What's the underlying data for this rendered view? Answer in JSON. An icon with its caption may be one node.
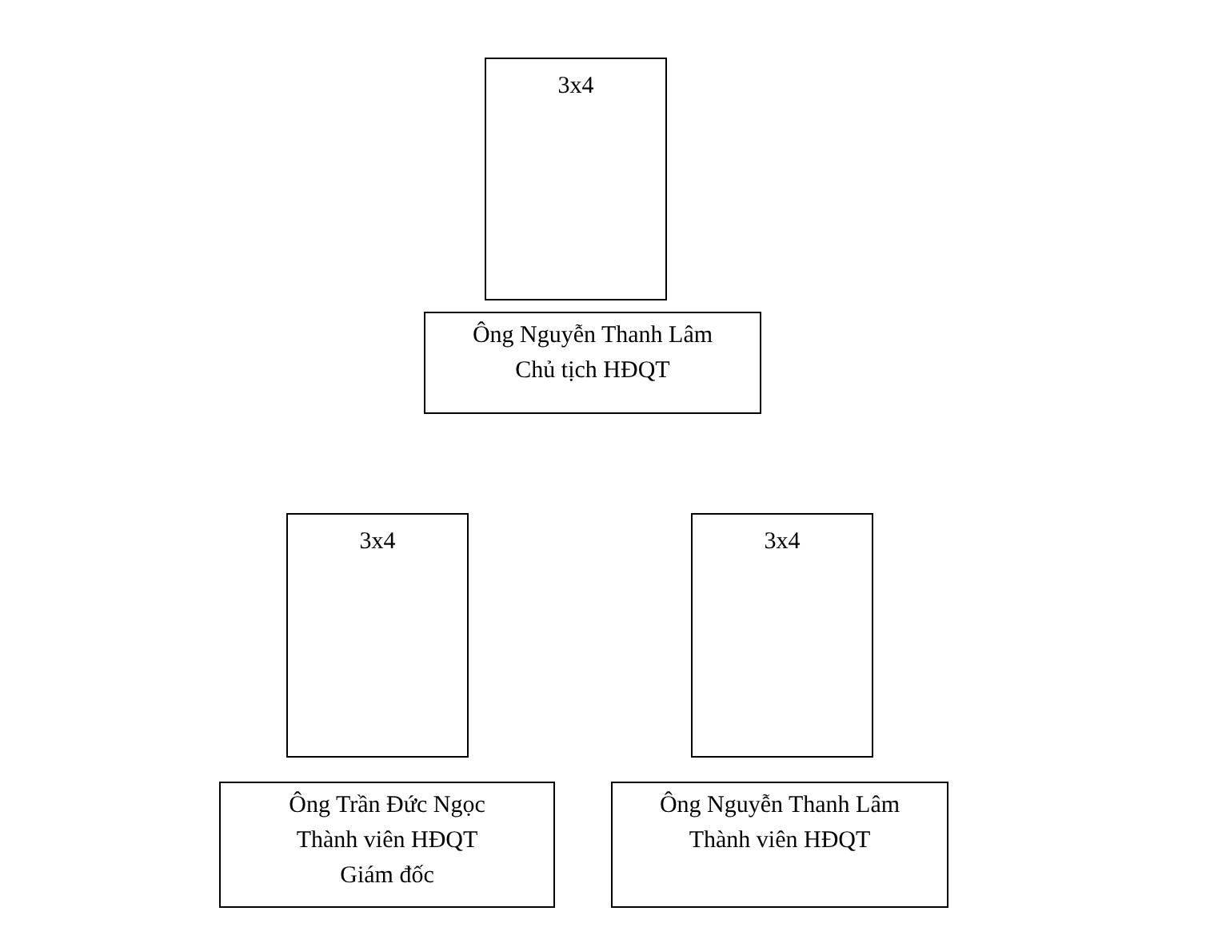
{
  "diagram": {
    "nodes": [
      {
        "text": [
          "3x4"
        ]
      },
      {
        "text": [
          "Ông Nguyễn Thanh Lâm",
          "Chủ tịch HĐQT"
        ]
      },
      {
        "text": [
          "3x4"
        ]
      },
      {
        "text": [
          "3x4"
        ]
      },
      {
        "text": [
          "Ông Trần Đức Ngọc",
          "Thành viên HĐQT",
          "Giám đốc"
        ]
      },
      {
        "text": [
          "Ông Nguyễn Thanh Lâm",
          "Thành viên HĐQT"
        ]
      }
    ]
  }
}
